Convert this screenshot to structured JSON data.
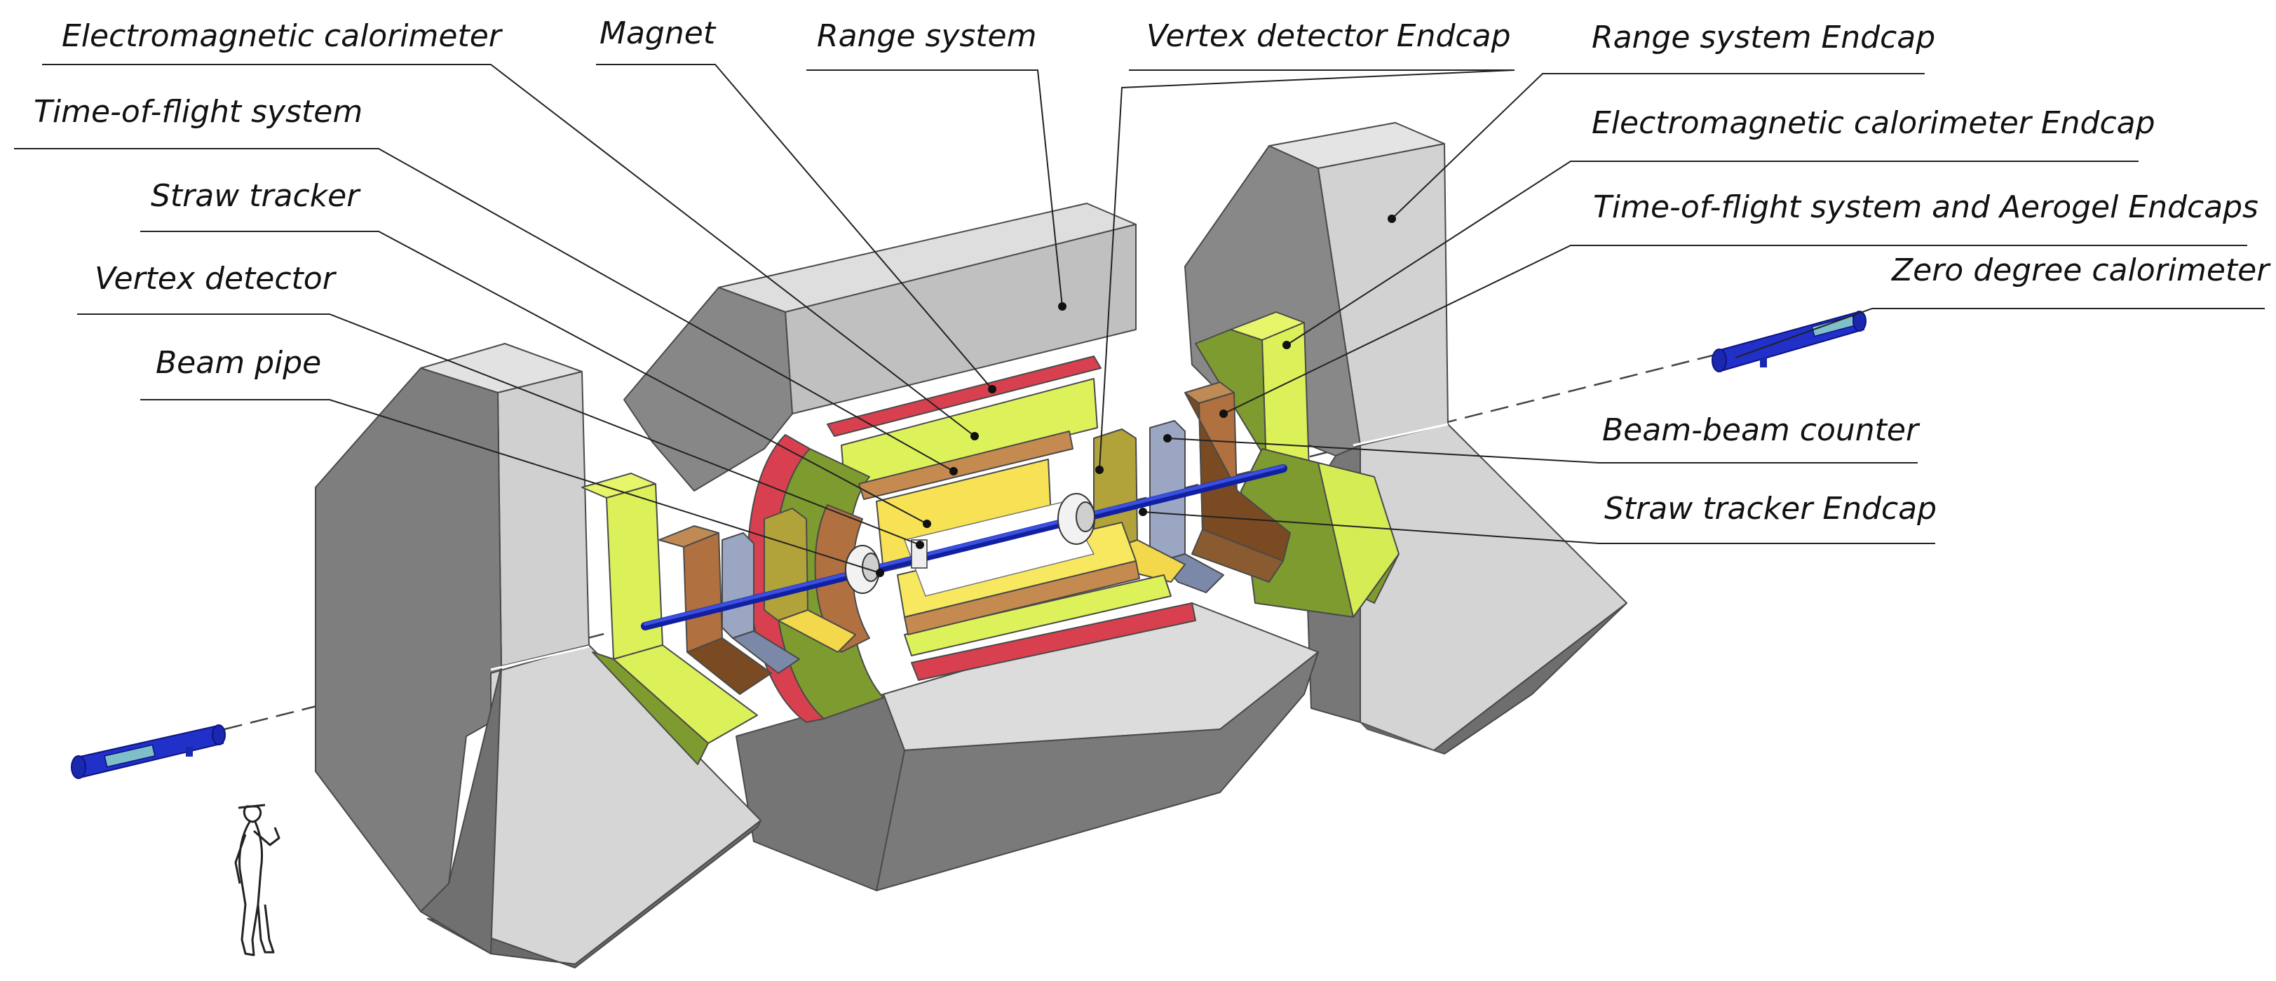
{
  "labels": {
    "electromagnetic_calorimeter": "Electromagnetic calorimeter",
    "time_of_flight_system": "Time-of-flight system",
    "straw_tracker": "Straw tracker",
    "vertex_detector": "Vertex detector",
    "beam_pipe": "Beam pipe",
    "magnet": "Magnet",
    "range_system": "Range system",
    "vertex_detector_endcap": "Vertex detector Endcap",
    "range_system_endcap": "Range system Endcap",
    "electromagnetic_calorimeter_endcap": "Electromagnetic calorimeter Endcap",
    "tof_and_aerogel_endcaps": "Time-of-flight system and Aerogel Endcaps",
    "zero_degree_calorimeter": "Zero degree calorimeter",
    "beam_beam_counter": "Beam-beam counter",
    "straw_tracker_endcap": "Straw tracker Endcap"
  },
  "colors": {
    "range_light": "#d8d8d8",
    "range_mid": "#bdbdbd",
    "range_dark": "#737373",
    "ecal": "#ddf25a",
    "ecal_dark": "#7a9a2a",
    "tof": "#b87a48",
    "tof_dark": "#7a4a22",
    "straw": "#f6e254",
    "magnet": "#d64050",
    "beampipe": "#2030c8",
    "counter": "#8e9cba",
    "olive": "#a89a30"
  }
}
